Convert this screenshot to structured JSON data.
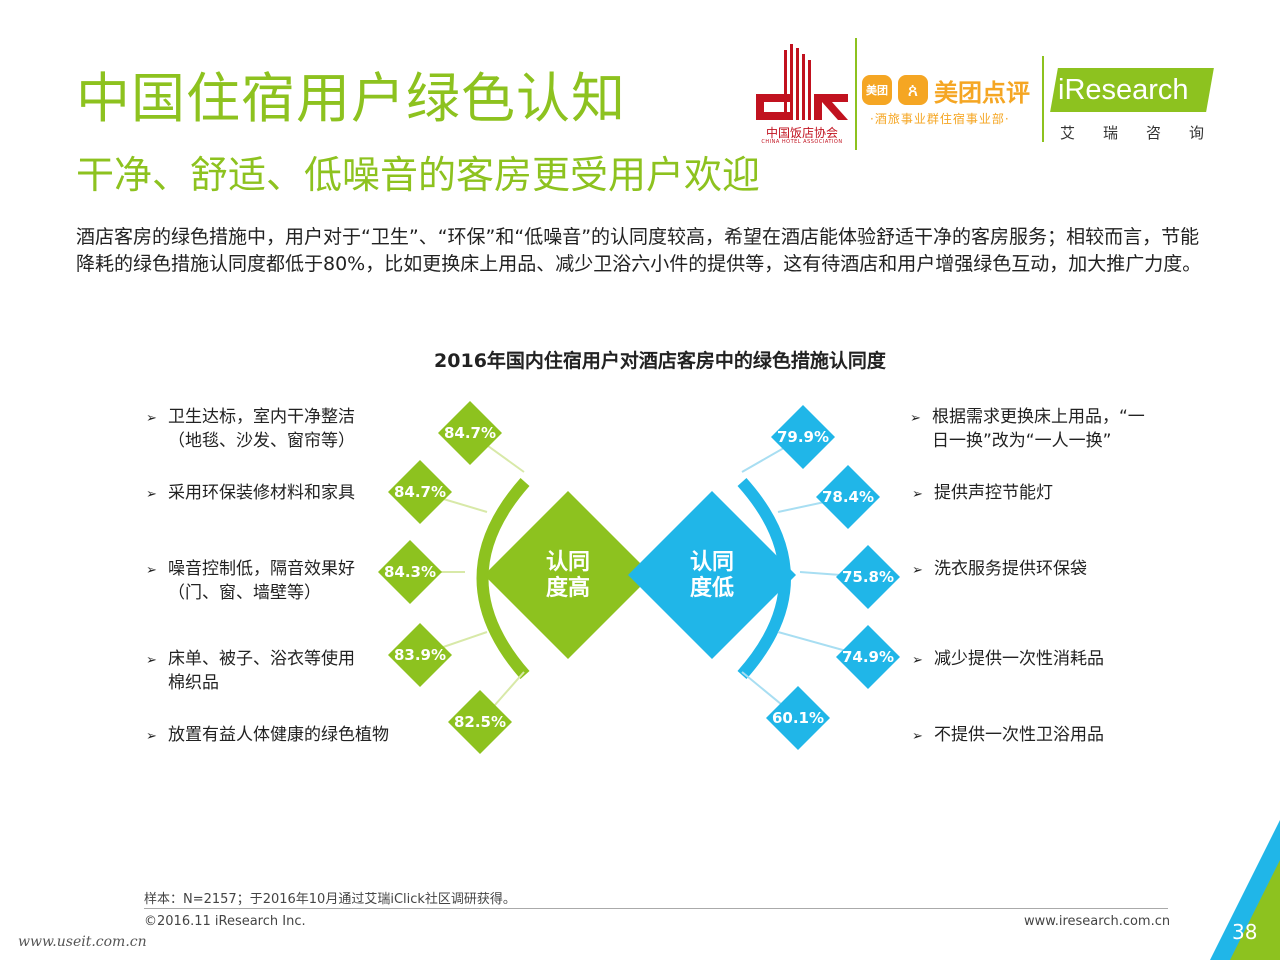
{
  "header": {
    "title": "中国住宿用户绿色认知",
    "subtitle": "干净、舒适、低噪音的客房更受用户欢迎",
    "intro": "酒店客房的绿色措施中，用户对于“卫生”、“环保”和“低噪音”的认同度较高，希望在酒店能体验舒适干净的客房服务；相较而言，节能降耗的绿色措施认同度都低于80%，比如更换床上用品、减少卫浴六小件的提供等，这有待酒店和用户增强绿色互动，加大推广力度。"
  },
  "logos": {
    "cha_cn": "中国饭店协会",
    "cha_en": "CHINA HOTEL ASSOCIATION",
    "meituan_icon": "美团",
    "meituan_name": "美团点评",
    "meituan_sub": "·酒旅事业群住宿事业部·",
    "iresearch_name": "iResearch",
    "iresearch_cn": "艾瑞咨询"
  },
  "chart_data": {
    "type": "diverging-diamond",
    "title": "2016年国内住宿用户对酒店客房中的绿色措施认同度",
    "unit": "%",
    "groups": [
      {
        "name": "认同度高",
        "label_lines": [
          "认同",
          "度高"
        ],
        "color": "#8dc21f",
        "items": [
          {
            "label": [
              "卫生达标，室内干净整洁",
              "（地毯、沙发、窗帘等）"
            ],
            "value": 84.7,
            "value_label": "84.7%"
          },
          {
            "label": [
              "采用环保装修材料和家具"
            ],
            "value": 84.7,
            "value_label": "84.7%"
          },
          {
            "label": [
              "噪音控制低，隔音效果好",
              "（门、窗、墙壁等）"
            ],
            "value": 84.3,
            "value_label": "84.3%"
          },
          {
            "label": [
              "床单、被子、浴衣等使用",
              "棉织品"
            ],
            "value": 83.9,
            "value_label": "83.9%"
          },
          {
            "label": [
              "放置有益人体健康的绿色植物"
            ],
            "value": 82.5,
            "value_label": "82.5%"
          }
        ]
      },
      {
        "name": "认同度低",
        "label_lines": [
          "认同",
          "度低"
        ],
        "color": "#20b6e8",
        "items": [
          {
            "label": [
              "根据需求更换床上用品，“一",
              "日一换”改为“一人一换”"
            ],
            "value": 79.9,
            "value_label": "79.9%"
          },
          {
            "label": [
              "提供声控节能灯"
            ],
            "value": 78.4,
            "value_label": "78.4%"
          },
          {
            "label": [
              "洗衣服务提供环保袋"
            ],
            "value": 75.8,
            "value_label": "75.8%"
          },
          {
            "label": [
              "减少提供一次性消耗品"
            ],
            "value": 74.9,
            "value_label": "74.9%"
          },
          {
            "label": [
              "不提供一次性卫浴用品"
            ],
            "value": 60.1,
            "value_label": "60.1%"
          }
        ]
      }
    ]
  },
  "footer": {
    "note": "样本：N=2157；于2016年10月通过艾瑞iClick社区调研获得。",
    "copyright": "©2016.11 iResearch Inc.",
    "site": "www.iresearch.com.cn",
    "watermark": "www.useit.com.cn",
    "page": "38"
  },
  "colors": {
    "green": "#8dc21f",
    "blue": "#20b6e8",
    "orange": "#f5a623",
    "red": "#c1121f"
  },
  "icons": {
    "bullet": "arrow-bullet-icon"
  }
}
